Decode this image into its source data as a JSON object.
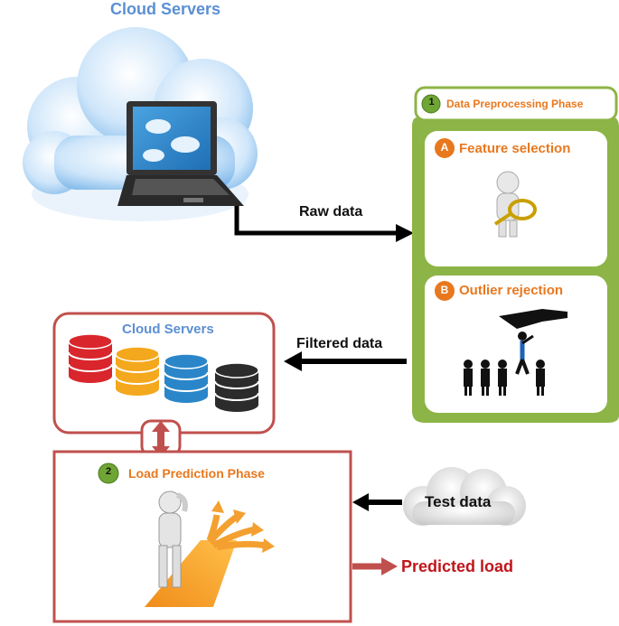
{
  "top_cloud": {
    "title": "Cloud Servers"
  },
  "flows": {
    "raw": "Raw data",
    "filtered": "Filtered data",
    "test": "Test data",
    "predicted": "Predicted load"
  },
  "phase1": {
    "number": "1",
    "title": "Data Preprocessing Phase",
    "step_a": {
      "badge": "A",
      "label": "Feature selection"
    },
    "step_b": {
      "badge": "B",
      "label": "Outlier rejection"
    }
  },
  "storage": {
    "title": "Cloud Servers",
    "db_colors": [
      "#d9262c",
      "#f4a81d",
      "#2b86c9",
      "#2c2c2c"
    ]
  },
  "phase2": {
    "number": "2",
    "title": "Load Prediction Phase"
  },
  "colors": {
    "green": "#8db446",
    "red_border": "#c0504d",
    "orange": "#e8781e"
  }
}
